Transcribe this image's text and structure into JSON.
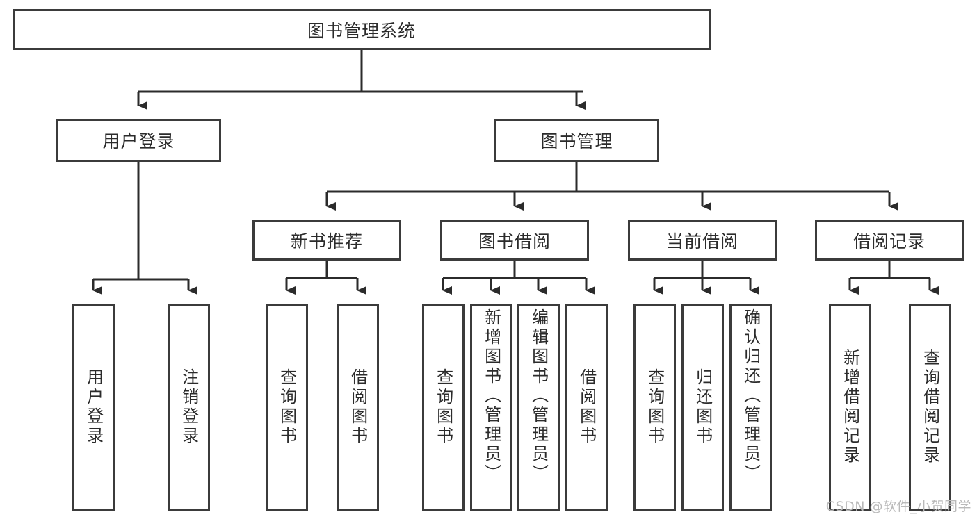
{
  "diagram": {
    "title": "图书管理系统",
    "type": "tree-hierarchy-diagram",
    "orientation": "top-down",
    "colors": {
      "box_border": "#3b3b3b",
      "box_fill": "#ffffff",
      "connector": "#2b2b2b",
      "text": "#2b2b2b",
      "watermark": "#b9b9b9"
    },
    "root": {
      "label": "图书管理系统"
    },
    "level2": [
      {
        "id": "user-login",
        "label": "用户登录"
      },
      {
        "id": "book-manage",
        "label": "图书管理"
      }
    ],
    "level3": [
      {
        "id": "new-book-recommend",
        "label": "新书推荐"
      },
      {
        "id": "book-borrow",
        "label": "图书借阅"
      },
      {
        "id": "current-borrow",
        "label": "当前借阅"
      },
      {
        "id": "borrow-record",
        "label": "借阅记录"
      }
    ],
    "leaves": {
      "user_login": [
        {
          "id": "leaf-user-login",
          "label": "用户登录"
        },
        {
          "id": "leaf-logout-login",
          "label": "注销登录"
        }
      ],
      "new_book_recommend": [
        {
          "id": "leaf-query-book-1",
          "label": "查询图书"
        },
        {
          "id": "leaf-borrow-book-1",
          "label": "借阅图书"
        }
      ],
      "book_borrow": [
        {
          "id": "leaf-query-book-2",
          "label": "查询图书"
        },
        {
          "id": "leaf-add-book",
          "label": "新增图书（管理员）"
        },
        {
          "id": "leaf-edit-book",
          "label": "编辑图书（管理员）"
        },
        {
          "id": "leaf-borrow-book-2",
          "label": "借阅图书"
        }
      ],
      "current_borrow": [
        {
          "id": "leaf-query-book-3",
          "label": "查询图书"
        },
        {
          "id": "leaf-return-book",
          "label": "归还图书"
        },
        {
          "id": "leaf-confirm-return",
          "label": "确认归还（管理员）"
        }
      ],
      "borrow_record": [
        {
          "id": "leaf-add-record",
          "label": "新增借阅记录"
        },
        {
          "id": "leaf-query-record",
          "label": "查询借阅记录"
        }
      ]
    },
    "watermark": "CSDN @软件_小贺同学"
  }
}
